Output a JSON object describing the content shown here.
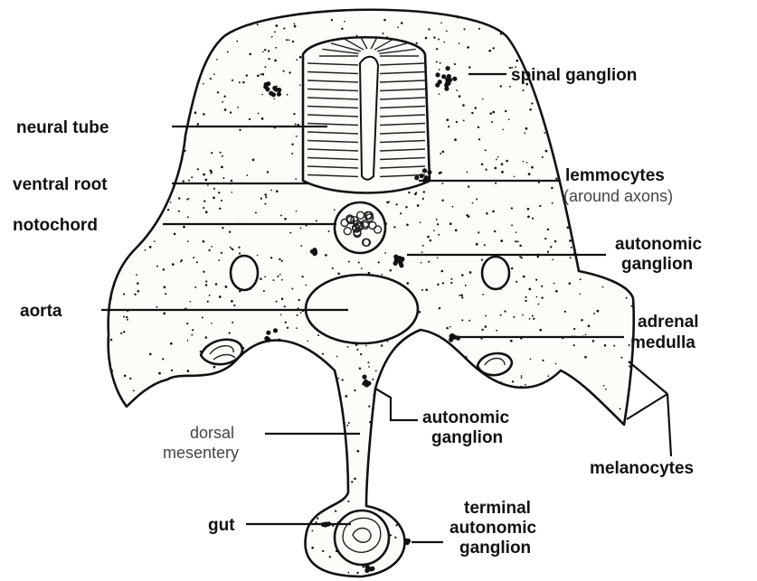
{
  "labels": {
    "spinal_ganglion": "spinal ganglion",
    "neural_tube": "neural tube",
    "ventral_root": "ventral root",
    "lemmocytes": "lemmocytes",
    "around_axons": "(around axons)",
    "notochord": "notochord",
    "autonomic_ganglion_right_1": "autonomic",
    "autonomic_ganglion_right_2": "ganglion",
    "aorta": "aorta",
    "adrenal_medulla_1": "adrenal",
    "adrenal_medulla_2": "medulla",
    "dorsal_mesentery_1": "dorsal",
    "dorsal_mesentery_2": "mesentery",
    "autonomic_ganglion_lower_1": "autonomic",
    "autonomic_ganglion_lower_2": "ganglion",
    "melanocytes": "melanocytes",
    "gut": "gut",
    "terminal_autonomic_1": "terminal",
    "terminal_autonomic_2": "autonomic",
    "terminal_autonomic_3": "ganglion"
  }
}
